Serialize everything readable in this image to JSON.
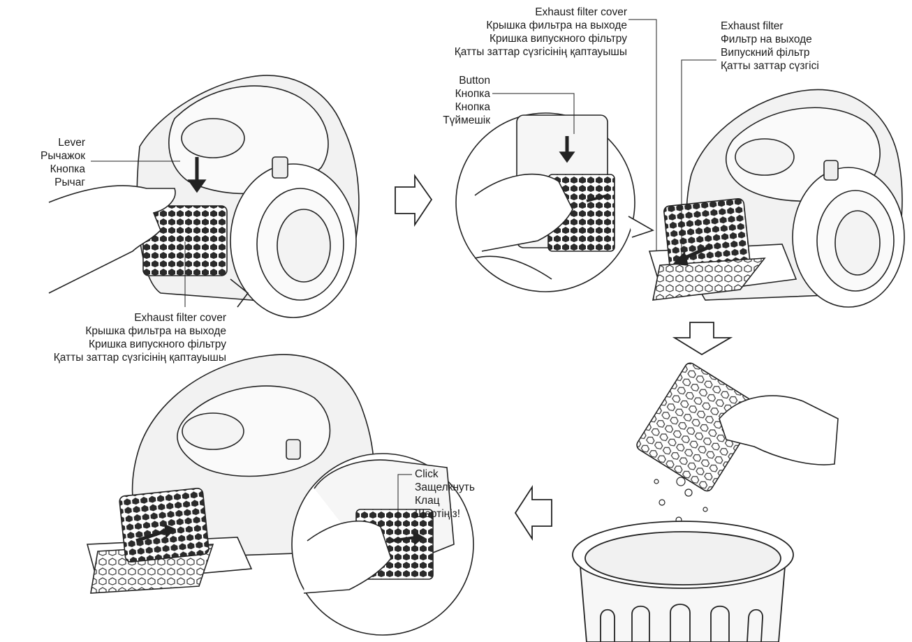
{
  "labels": {
    "lever": [
      "Lever",
      "Рычажок",
      "Кнопка",
      "Рычаг"
    ],
    "exhaust_cover_step1": [
      "Exhaust filter cover",
      "Крышка фильтра на выходе",
      "Кришка випускного фільтру",
      "Қатты заттар сүзгісінің қаптауышы"
    ],
    "exhaust_cover_step2": [
      "Exhaust filter cover",
      "Крышка фильтра  на выходе",
      "Кришка випускного фільтру",
      "Қатты заттар сүзгісінің қаптауышы"
    ],
    "button": [
      "Button",
      "Кнопка",
      "Кнопка",
      "Түймешік"
    ],
    "exhaust_filter": [
      "Exhaust filter",
      "Фильтр на выходе",
      "Випускний фільтр",
      "Қатты заттар сүзгісі"
    ],
    "click": [
      "Click",
      "Защелкнуть",
      "Клац",
      "Шертіңіз!"
    ]
  }
}
